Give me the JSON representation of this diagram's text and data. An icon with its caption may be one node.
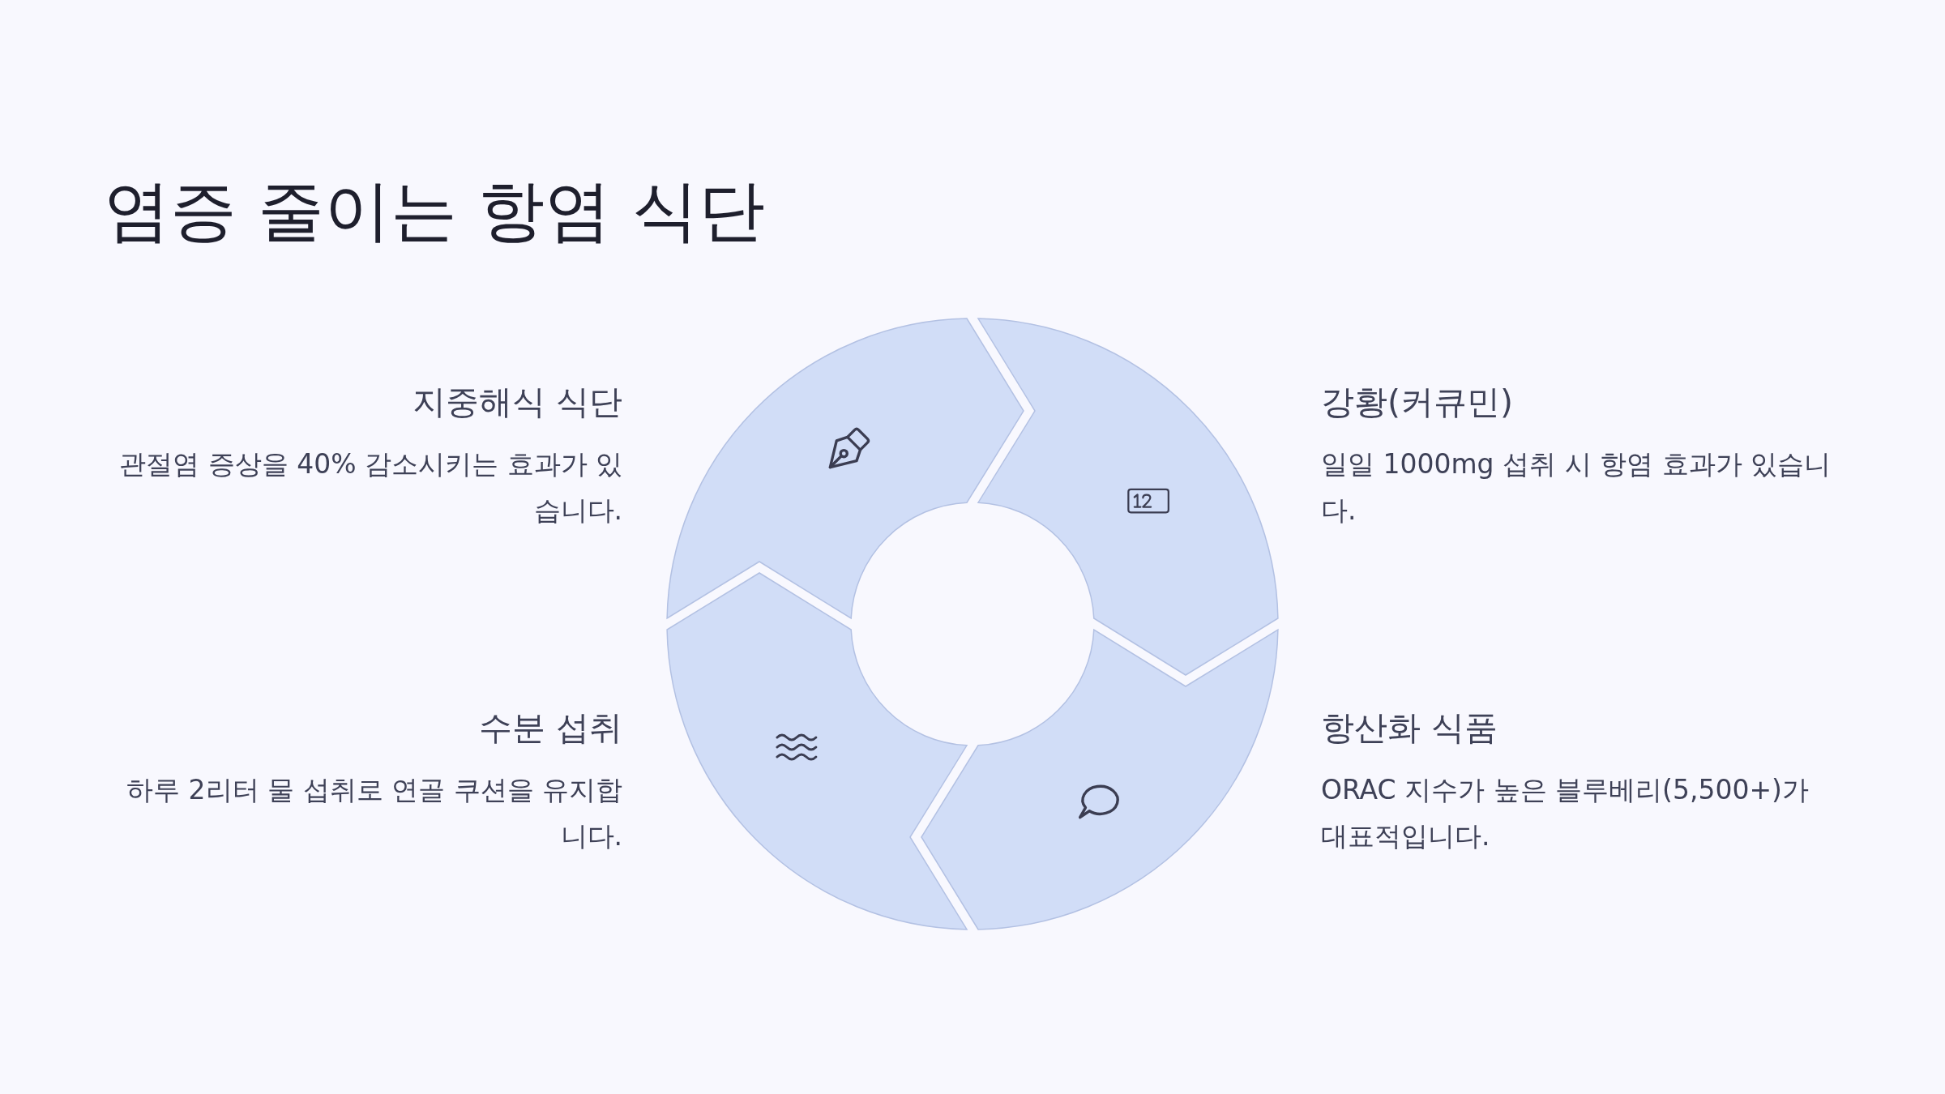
{
  "diagram": {
    "title": "염증 줄이는 항염 식단",
    "nodes": [
      {
        "text": [],
        "shape": "arrow",
        "beside": [
          "지중해식 식단",
          "관절염 증상을 40% 감소시키는 효과가 있습니다."
        ]
      },
      {
        "text": [],
        "shape": "arrow",
        "beside": [
          "강황(커큐민)",
          "일일 1000mg 섭취 시 항염 효과가 있습니다."
        ]
      },
      {
        "text": [],
        "shape": "arrow",
        "beside": [
          "수분 섭취",
          "하루 2리터 물 섭취로 연골 쿠션을 유지합니다."
        ]
      },
      {
        "text": [],
        "shape": "arrow",
        "beside": [
          "항산화 식품",
          "ORAC 지수가 높은 블루베리(5,500+)가 대표적입니다."
        ]
      }
    ]
  }
}
